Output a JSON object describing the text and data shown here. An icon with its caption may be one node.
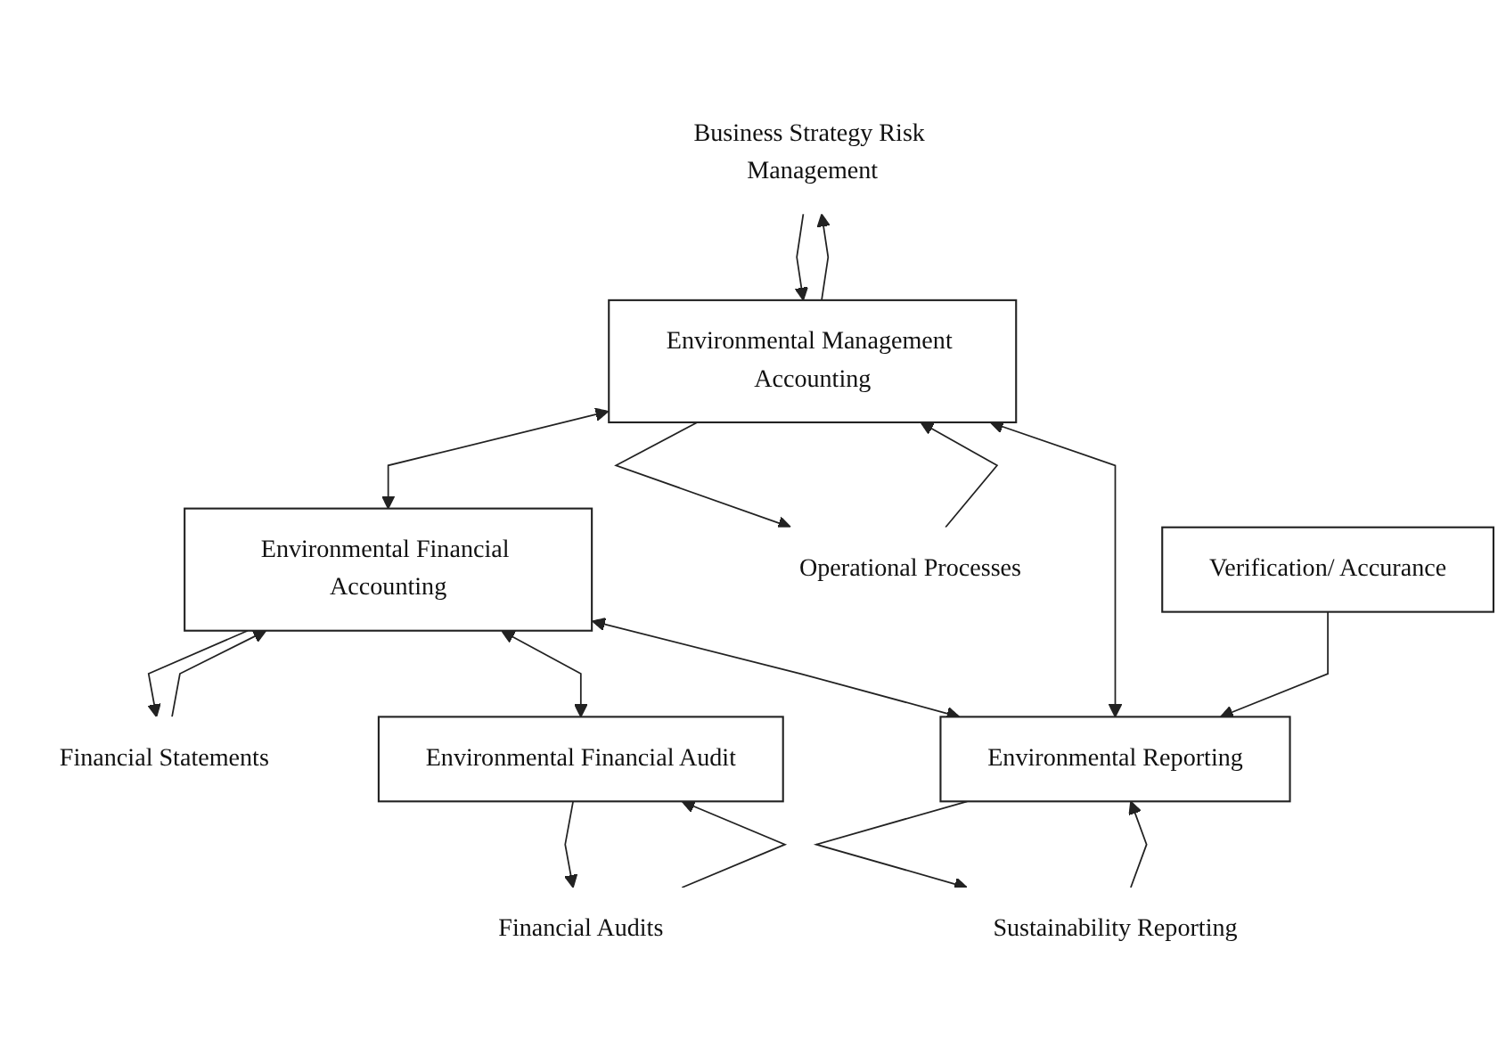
{
  "diagram": {
    "nodes": [
      {
        "text": [
          "Business Strategy Risk Management"
        ]
      },
      {
        "text": [
          "Financial Statements"
        ]
      },
      {
        "text": [
          "Financial Audits"
        ]
      },
      {
        "text": [
          "Environmental Management Accounting"
        ]
      },
      {
        "text": [
          "Environmental Financial Accounting"
        ]
      },
      {
        "text": [
          "Environmental Financial Audit"
        ]
      },
      {
        "text": [
          "Operational Processes"
        ]
      },
      {
        "text": [
          "Environmental Reporting"
        ]
      },
      {
        "text": [
          "Verification/ Accurance"
        ]
      },
      {
        "text": [
          "Sustainability Reporting"
        ]
      }
    ],
    "edges": [
      {
        "from": 0,
        "to": 3,
        "arrow": "to"
      },
      {
        "from": 3,
        "to": 0,
        "arrow": "to"
      },
      {
        "from": 1,
        "to": 4,
        "arrow": "to"
      },
      {
        "from": 4,
        "to": 1,
        "arrow": "to"
      },
      {
        "from": 2,
        "to": 5,
        "arrow": "to"
      },
      {
        "from": 5,
        "to": 2,
        "arrow": "to"
      },
      {
        "from": 3,
        "to": 6,
        "arrow": "to"
      },
      {
        "from": 6,
        "to": 3,
        "arrow": "to"
      },
      {
        "from": 3,
        "to": 4,
        "arrow": "both"
      },
      {
        "from": 4,
        "to": 5,
        "arrow": "both"
      },
      {
        "from": 4,
        "to": 7,
        "arrow": "both"
      },
      {
        "from": 3,
        "to": 7,
        "arrow": "both"
      },
      {
        "from": 8,
        "to": 7,
        "arrow": "to"
      },
      {
        "from": 7,
        "to": 9,
        "arrow": "to"
      },
      {
        "from": 9,
        "to": 7,
        "arrow": "to"
      }
    ]
  }
}
